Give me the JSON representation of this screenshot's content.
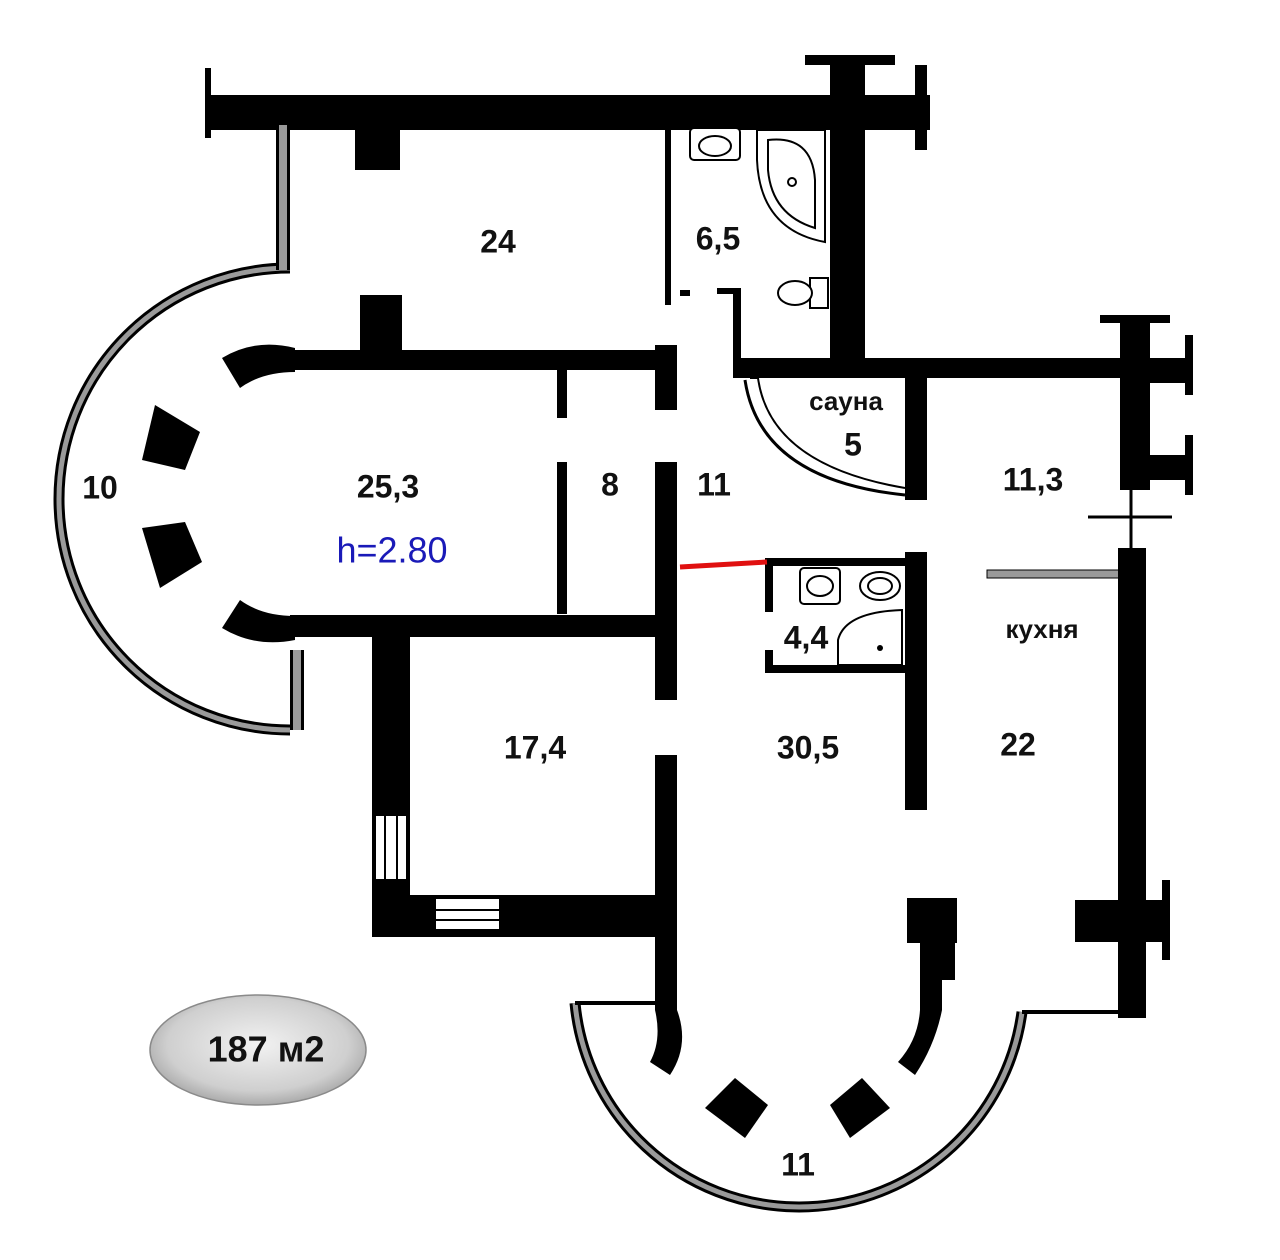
{
  "plan": {
    "rooms": [
      {
        "id": "r24",
        "label": "24"
      },
      {
        "id": "r65",
        "label": "6,5"
      },
      {
        "id": "r10",
        "label": "10"
      },
      {
        "id": "r253",
        "label": "25,3"
      },
      {
        "id": "r8",
        "label": "8"
      },
      {
        "id": "r11",
        "label": "11"
      },
      {
        "id": "sauna_name",
        "label": "сауна"
      },
      {
        "id": "sauna_area",
        "label": "5"
      },
      {
        "id": "r113",
        "label": "11,3"
      },
      {
        "id": "r44",
        "label": "4,4"
      },
      {
        "id": "kitchen_name",
        "label": "кухня"
      },
      {
        "id": "r174",
        "label": "17,4"
      },
      {
        "id": "r305",
        "label": "30,5"
      },
      {
        "id": "r22",
        "label": "22"
      },
      {
        "id": "r11b",
        "label": "11"
      }
    ],
    "ceiling_height": "h=2.80",
    "total_area": "187 м2",
    "colors": {
      "wall": "#000000",
      "outer_wall": "#9a9a9a",
      "height_text": "#1a1ab8",
      "marker_line": "#e01010",
      "badge_fill": "#c8c8c8"
    }
  }
}
